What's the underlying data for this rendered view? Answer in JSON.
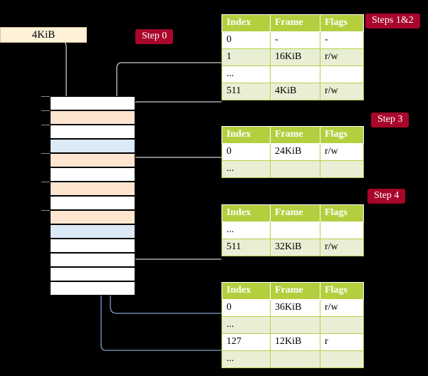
{
  "diagram": {
    "title": "multi-level-page-table-walk",
    "colors": {
      "table_header": "#b3cf3e",
      "table_tint": "#e8efd5",
      "highlight": "#fbf5a4",
      "badge": "#a8062b",
      "source_box": "#fdf1d8",
      "mem_peach": "#fde5d0",
      "mem_blue": "#dce9f7",
      "wire_grey": "#c9c9c9",
      "wire_blue": "#7f9fca"
    }
  },
  "source_box": {
    "label": "4KiB"
  },
  "badges": [
    {
      "name": "step-0",
      "label": "Step 0"
    },
    {
      "name": "steps-1-2",
      "label": "Steps 1&2"
    },
    {
      "name": "step-3",
      "label": "Step 3"
    },
    {
      "name": "step-4",
      "label": "Step 4"
    }
  ],
  "columns": {
    "index": "Index",
    "frame": "Frame",
    "flags": "Flags"
  },
  "tables": [
    {
      "name": "page-table-level-1",
      "rows": [
        {
          "style": "white",
          "index": "0",
          "frame": "-",
          "flags": "-",
          "highlight": false
        },
        {
          "style": "tint",
          "index": "1",
          "frame": "16KiB",
          "flags": "r/w",
          "highlight": false
        },
        {
          "style": "white",
          "index": "...",
          "frame": "",
          "flags": "",
          "highlight": false
        },
        {
          "style": "tint",
          "index": "511",
          "frame": "4KiB",
          "flags": "r/w",
          "highlight": true
        }
      ]
    },
    {
      "name": "page-table-level-2",
      "rows": [
        {
          "style": "white",
          "index": "0",
          "frame": "24KiB",
          "flags": "r/w",
          "highlight": false
        },
        {
          "style": "tint",
          "index": "...",
          "frame": "",
          "flags": "",
          "highlight": false
        }
      ]
    },
    {
      "name": "page-table-level-3",
      "rows": [
        {
          "style": "white",
          "index": "...",
          "frame": "",
          "flags": "",
          "highlight": false
        },
        {
          "style": "tint",
          "index": "511",
          "frame": "32KiB",
          "flags": "r/w",
          "highlight": false
        }
      ]
    },
    {
      "name": "page-table-level-4",
      "rows": [
        {
          "style": "white",
          "index": "0",
          "frame": "36KiB",
          "flags": "r/w",
          "highlight": false
        },
        {
          "style": "tint",
          "index": "...",
          "frame": "",
          "flags": "",
          "highlight": false
        },
        {
          "style": "white",
          "index": "127",
          "frame": "12KiB",
          "flags": "r",
          "highlight": false
        },
        {
          "style": "tint",
          "index": "...",
          "frame": "",
          "flags": "",
          "highlight": false
        }
      ]
    }
  ],
  "memory_column": {
    "name": "physical-memory-column",
    "rows": [
      {
        "fill": "white"
      },
      {
        "fill": "peach"
      },
      {
        "fill": "white"
      },
      {
        "fill": "blue"
      },
      {
        "fill": "peach"
      },
      {
        "fill": "white"
      },
      {
        "fill": "peach"
      },
      {
        "fill": "white"
      },
      {
        "fill": "peach"
      },
      {
        "fill": "blue"
      },
      {
        "fill": "white"
      },
      {
        "fill": "white"
      },
      {
        "fill": "white"
      },
      {
        "fill": "white"
      }
    ]
  }
}
